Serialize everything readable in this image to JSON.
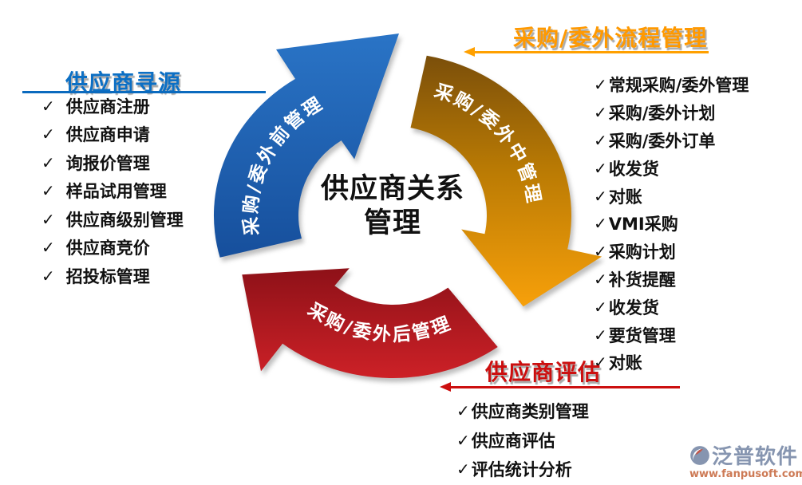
{
  "icons": {
    "check": "✓"
  },
  "colors": {
    "blue_arrow": "#1c5dad",
    "orange_arrow_dark": "#7b4f0a",
    "orange_arrow_bright": "#f7a00a",
    "red_arrow_dark": "#931219",
    "red_arrow_bright": "#cd2127",
    "title_blue": "#0c6fc4",
    "title_orange": "#ff9900",
    "title_red": "#cc0f0f",
    "brand_gray_blue": "#8695b0",
    "brand_url_color": "#cd7a55"
  },
  "center": {
    "line1": "供应商关系",
    "line2": "管理"
  },
  "cycle": [
    {
      "label": "采购/委外前管理"
    },
    {
      "label": "采购/委外中管理"
    },
    {
      "label": "采购/委外后管理"
    }
  ],
  "panels": {
    "sourcing": {
      "title": "供应商寻源",
      "items": [
        "供应商注册",
        "供应商申请",
        "询报价管理",
        "样品试用管理",
        "供应商级别管理",
        "供应商竞价",
        "招投标管理"
      ]
    },
    "process": {
      "title": "采购/委外流程管理",
      "items": [
        "常规采购/委外管理",
        "采购/委外计划",
        "采购/委外订单",
        "收发货",
        "对账",
        "VMI采购",
        "采购计划",
        "补货提醒",
        "收发货",
        "要货管理",
        "对账"
      ]
    },
    "evaluation": {
      "title": "供应商评估",
      "items": [
        "供应商类别管理",
        "供应商评估",
        "评估统计分析"
      ]
    }
  },
  "logo": {
    "name": "泛普软件",
    "url": "www.fanpusoft.com"
  }
}
